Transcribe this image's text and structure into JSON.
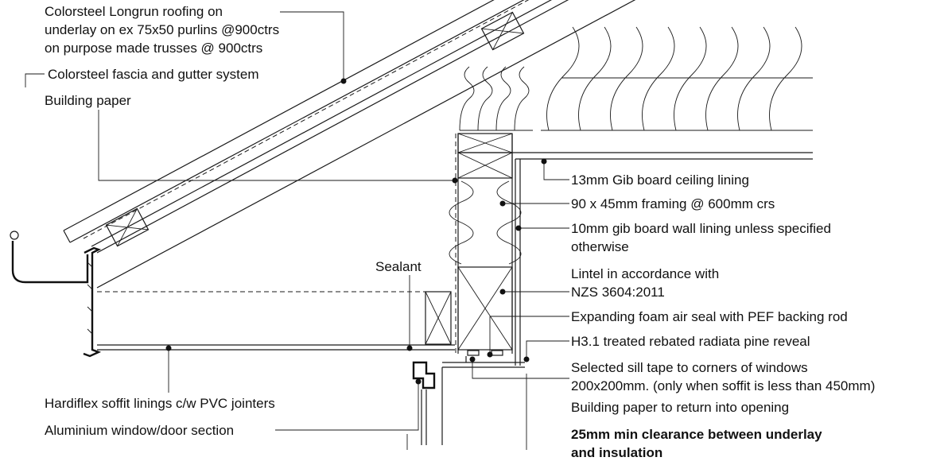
{
  "labels": {
    "roofing_line1": "Colorsteel Longrun roofing on",
    "roofing_line2": "underlay on ex 75x50 purlins @900ctrs",
    "roofing_line3": "on purpose made trusses @ 900ctrs",
    "fascia": "Colorsteel fascia and gutter system",
    "building_paper": "Building paper",
    "sealant": "Sealant",
    "gib_ceiling": "13mm Gib board ceiling lining",
    "framing": "90 x 45mm framing @ 600mm crs",
    "gib_wall_line1": "10mm gib board wall lining unless specified",
    "gib_wall_line2": "otherwise",
    "lintel_line1": "Lintel in accordance with",
    "lintel_line2": "NZS 3604:2011",
    "foam_seal": "Expanding foam air seal with PEF backing rod",
    "reveal": "H3.1 treated rebated radiata pine reveal",
    "sill_tape_line1": "Selected sill tape to corners of windows",
    "sill_tape_line2": "200x200mm. (only when soffit is less than 450mm)",
    "paper_return": "Building paper to return into opening",
    "clearance_line1": "25mm min clearance between underlay",
    "clearance_line2": "and insulation",
    "soffit": "Hardiflex soffit linings c/w PVC jointers",
    "window_section": "Aluminium window/door section"
  }
}
